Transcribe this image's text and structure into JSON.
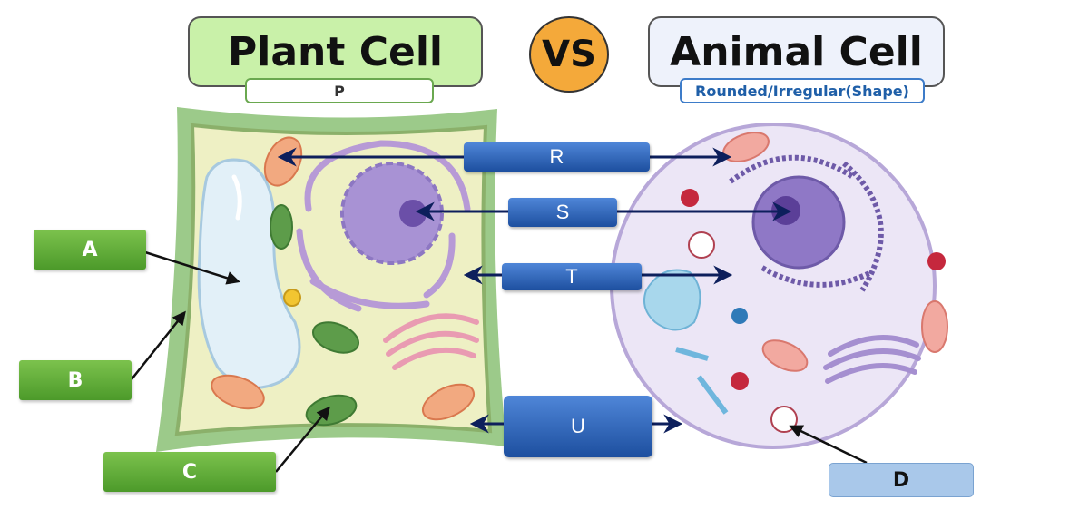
{
  "titles": {
    "plant": "Plant Cell",
    "vs": "VS",
    "animal": "Animal Cell"
  },
  "subtitles": {
    "plant": "P",
    "animal": "Rounded/Irregular(Shape)"
  },
  "labels": {
    "A": "A",
    "B": "B",
    "C": "C",
    "D": "D",
    "R": "R",
    "S": "S",
    "T": "T",
    "U": "U"
  },
  "colors": {
    "plant_title_bg": "#c9f1a9",
    "animal_title_bg": "#eef2fb",
    "plant_sub_border": "#6aa84f",
    "animal_sub_border": "#3d7cc9",
    "animal_sub_text": "#1f5fa8",
    "vs_bg": "#f4a93a",
    "arrow": "#0d1f5c"
  }
}
